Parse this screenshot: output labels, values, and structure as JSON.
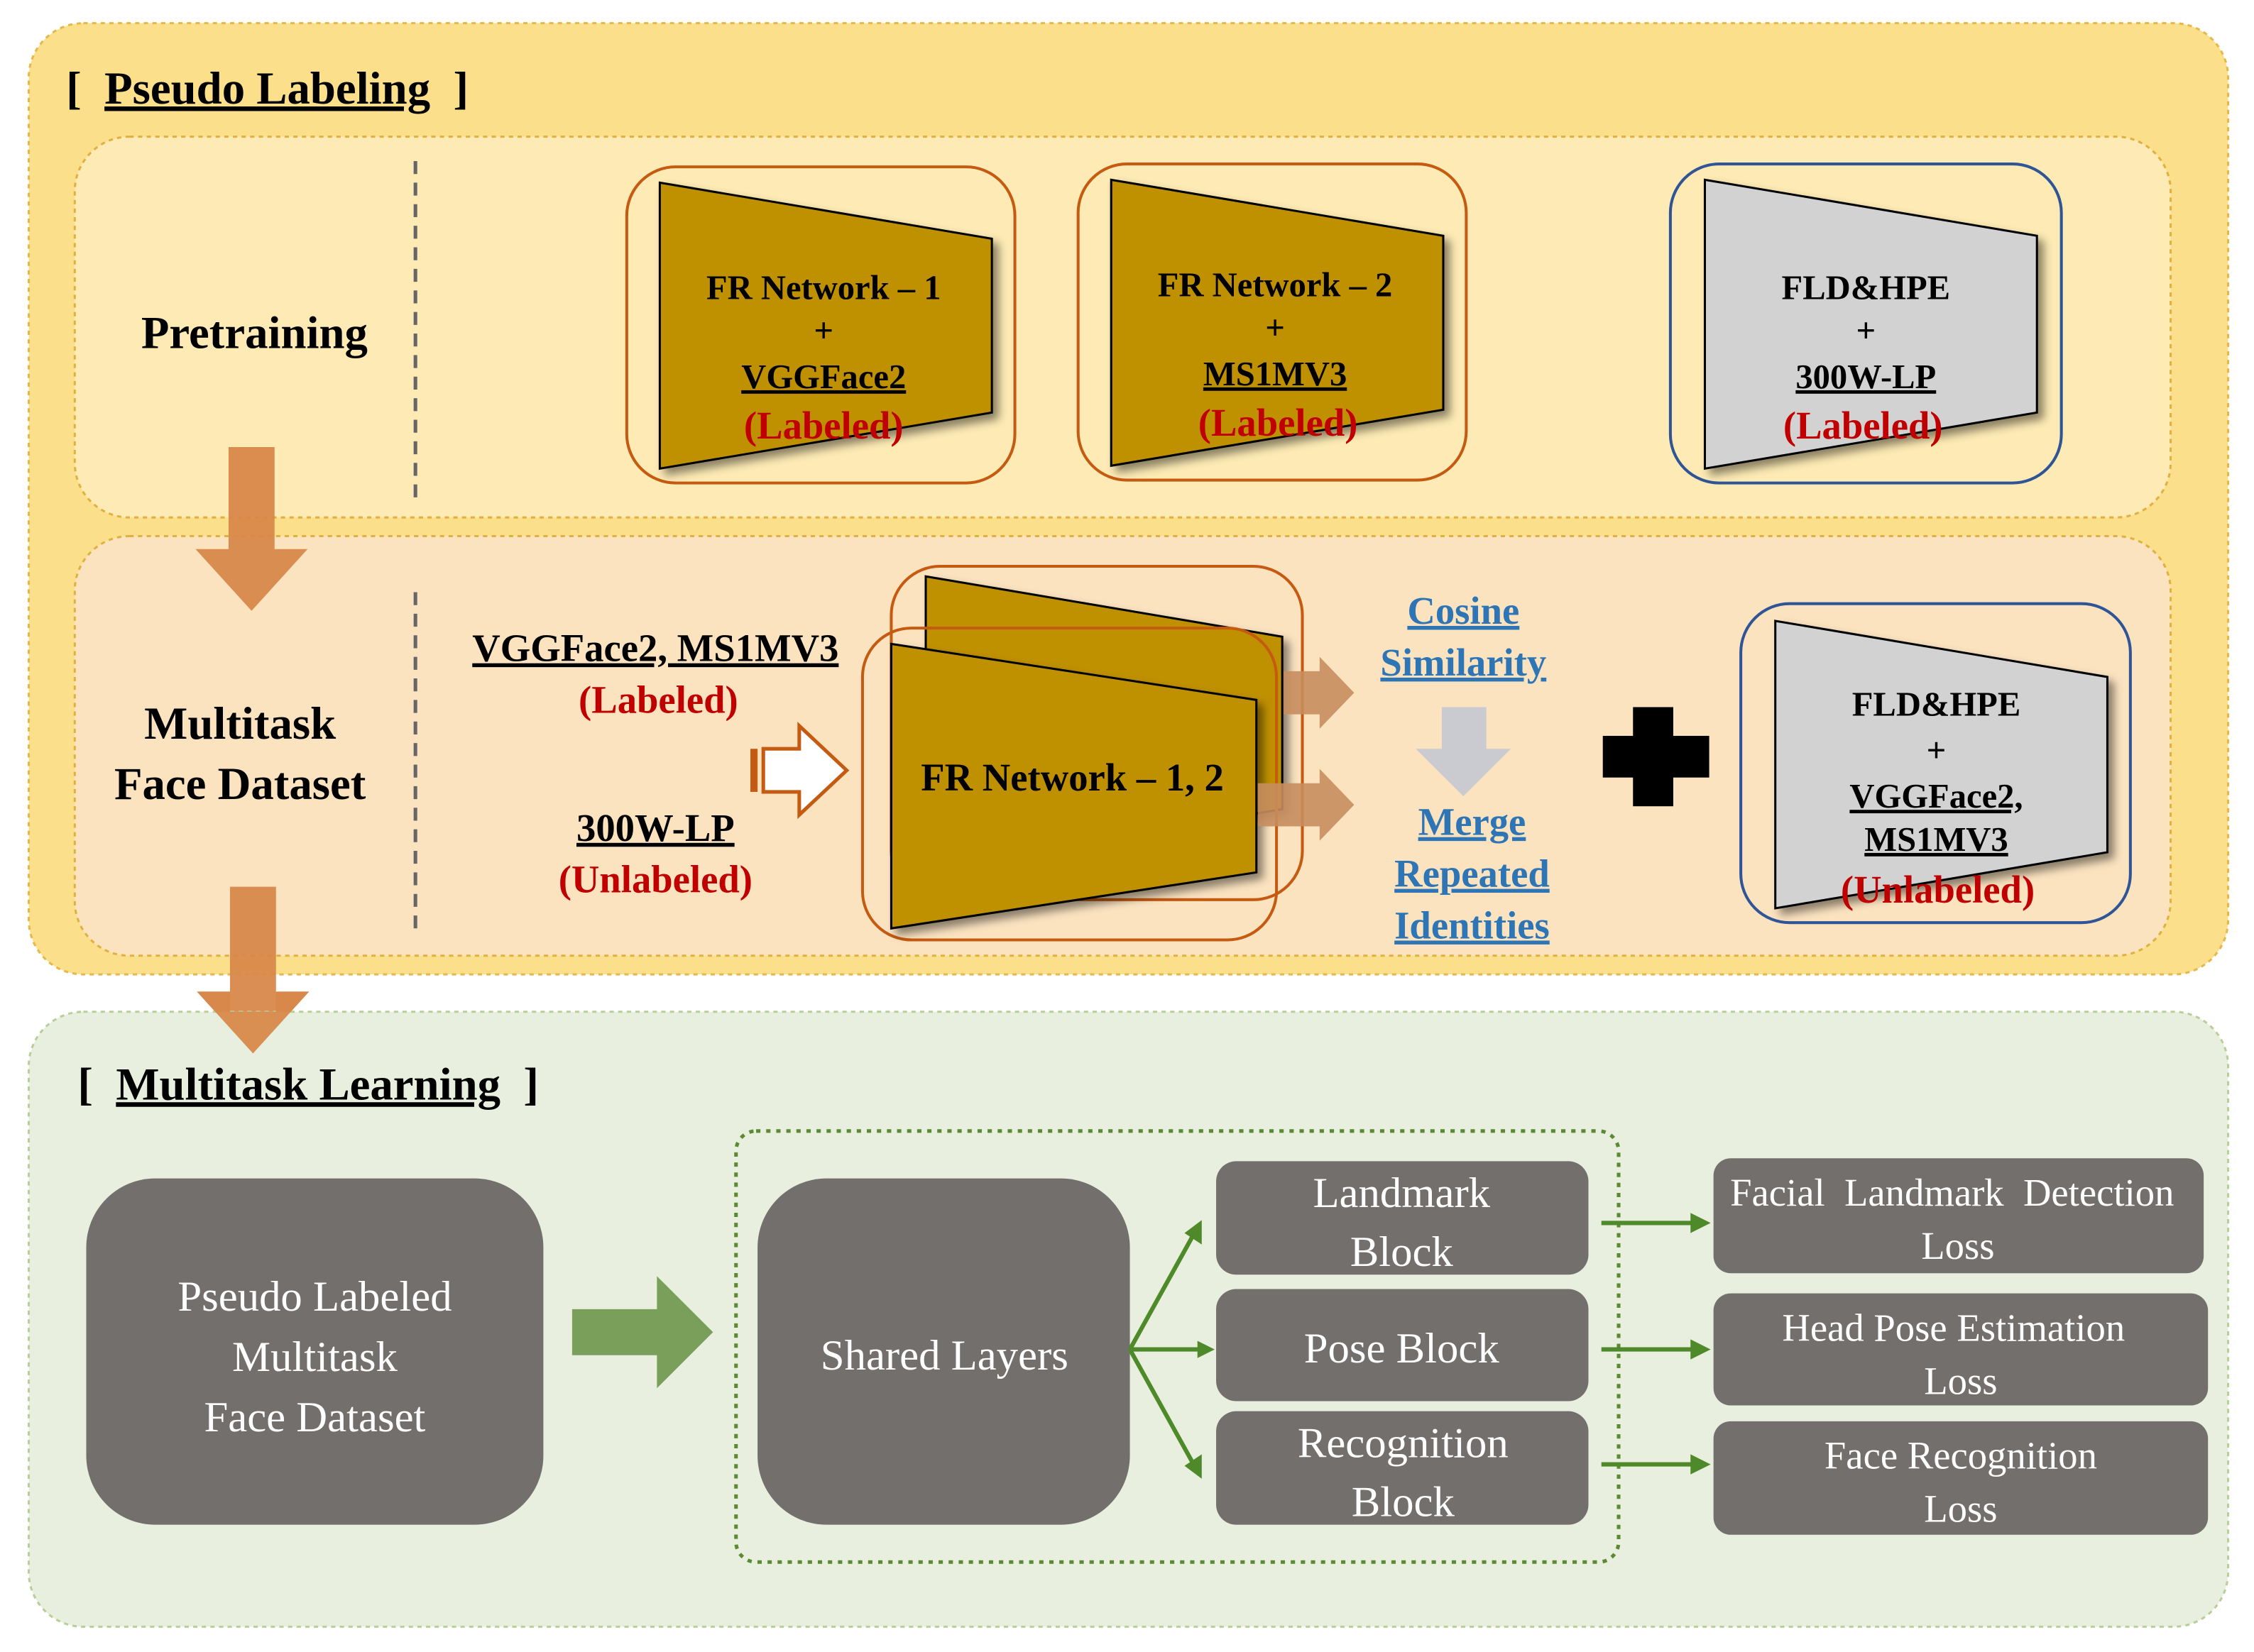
{
  "colors": {
    "pseudo_panel": "#fcdf8a",
    "pretrain_panel": "#fdeab4",
    "multitask_panel": "#fbe3c0",
    "learning_panel": "#e9efde",
    "fr_network_fill": "#bf9000",
    "fld_fill": "#d2d2d2",
    "orange_arrow": "#d8884a",
    "red_text": "#c00000",
    "blue_text": "#2e75b6",
    "gray_box": "#736f6d",
    "green_arrow": "#5b8a33",
    "orange_border": "#c55a11",
    "blue_border": "#2f5597"
  },
  "pseudo_labeling": {
    "title": "Pseudo Labeling",
    "bracket_open": "[",
    "bracket_close": "]",
    "pretraining": {
      "label": "Pretraining",
      "fr1": {
        "name": "FR Network – 1",
        "plus": "+",
        "dataset": "VGGFace2",
        "status": "(Labeled)"
      },
      "fr2": {
        "name": "FR Network – 2",
        "plus": "+",
        "dataset": "MS1MV3",
        "status": "(Labeled)"
      },
      "fld": {
        "name": "FLD&HPE",
        "plus": "+",
        "dataset": "300W-LP",
        "status": "(Labeled)"
      }
    },
    "multitask_dataset": {
      "label_line1": "Multitask",
      "label_line2": "Face Dataset",
      "input1": {
        "dataset": "VGGFace2, MS1MV3",
        "status": "(Labeled)"
      },
      "input2": {
        "dataset": "300W-LP",
        "status": "(Unlabeled)"
      },
      "fr_combined": "FR Network – 1, 2",
      "cosine_line1": "Cosine",
      "cosine_line2": "Similarity",
      "merge_line1": "Merge",
      "merge_line2": "Repeated",
      "merge_line3": "Identities",
      "fld": {
        "name": "FLD&HPE",
        "plus": "+",
        "dataset_line1": "VGGFace2,",
        "dataset_line2": "MS1MV3",
        "status": "(Unlabeled)"
      }
    }
  },
  "multitask_learning": {
    "title": "Multitask Learning",
    "bracket_open": "[",
    "bracket_close": "]",
    "dataset_box": [
      "Pseudo Labeled",
      "Multitask",
      "Face Dataset"
    ],
    "shared_layers": "Shared Layers",
    "blocks": [
      {
        "line1": "Landmark",
        "line2": "Block"
      },
      {
        "line1": "Pose Block",
        "line2": ""
      },
      {
        "line1": "Recognition",
        "line2": "Block"
      }
    ],
    "losses": [
      {
        "line1": "Facial  Landmark  Detection",
        "line2": "Loss"
      },
      {
        "line1": "Head Pose Estimation",
        "line2": "Loss"
      },
      {
        "line1": "Face Recognition",
        "line2": "Loss"
      }
    ]
  }
}
